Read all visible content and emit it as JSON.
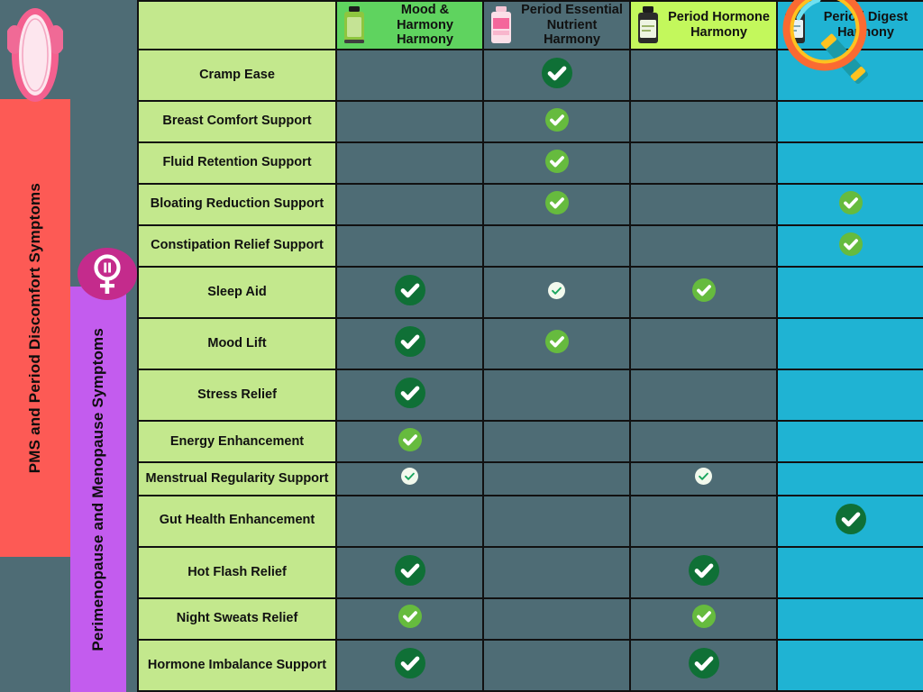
{
  "categories": [
    {
      "id": "pms",
      "label": "PMS and Period Discomfort Symptoms",
      "color": "#fd5a55",
      "icon": "sanitary-pad-icon"
    },
    {
      "id": "menopause",
      "label": "Perimenopause and Menopause Symptoms",
      "color": "#c35cee",
      "icon": "venus-menopause-icon"
    }
  ],
  "table": {
    "corner_label": "",
    "columns": [
      {
        "id": "mood-harmony",
        "label": "Mood & Harmony Harmony",
        "header_bg": "#5fd35f",
        "bottle": "green-bottle-icon",
        "highlighted": false,
        "column_bg": "#4e6c75"
      },
      {
        "id": "period-essential-nutrient",
        "label": "Period Essential Nutrient Harmony",
        "header_bg": "#f9a košice",
        "bottle": "pink-bottle-icon",
        "highlighted": false,
        "column_bg": "#4e6c75"
      },
      {
        "id": "period-hormone",
        "label": "Period Hormone Harmony",
        "header_bg": "#c3f85c",
        "bottle": "olive-bottle-icon",
        "highlighted": false,
        "column_bg": "#4e6c75"
      },
      {
        "id": "period-digest",
        "label": "Period Digest Harmony",
        "header_bg": "#1fb3d3",
        "bottle": "dark-bottle-icon",
        "highlighted": true,
        "column_bg": "#1fb3d3"
      }
    ],
    "rows": [
      {
        "label": "Cramp Ease",
        "marks": [
          "",
          "dark",
          "",
          ""
        ]
      },
      {
        "label": "Breast Comfort Support",
        "marks": [
          "",
          "mid",
          "",
          ""
        ]
      },
      {
        "label": "Fluid Retention Support",
        "marks": [
          "",
          "mid",
          "",
          ""
        ]
      },
      {
        "label": "Bloating Reduction Support",
        "marks": [
          "",
          "mid",
          "",
          "mid"
        ]
      },
      {
        "label": "Constipation Relief Support",
        "marks": [
          "",
          "",
          "",
          "mid"
        ]
      },
      {
        "label": "Sleep Aid",
        "marks": [
          "dark",
          "pale",
          "mid",
          ""
        ]
      },
      {
        "label": "Mood Lift",
        "marks": [
          "dark",
          "mid",
          "",
          ""
        ]
      },
      {
        "label": "Stress Relief",
        "marks": [
          "dark",
          "",
          "",
          ""
        ]
      },
      {
        "label": "Energy Enhancement",
        "marks": [
          "mid",
          "",
          "",
          ""
        ]
      },
      {
        "label": "Menstrual Regularity Support",
        "marks": [
          "pale",
          "",
          "pale",
          ""
        ]
      },
      {
        "label": "Gut Health Enhancement",
        "marks": [
          "",
          "",
          "",
          "dark"
        ]
      },
      {
        "label": "Hot Flash Relief",
        "marks": [
          "dark",
          "",
          "dark",
          ""
        ]
      },
      {
        "label": "Night Sweats Relief",
        "marks": [
          "mid",
          "",
          "mid",
          ""
        ]
      },
      {
        "label": "Hormone Imbalance Support",
        "marks": [
          "dark",
          "",
          "dark",
          ""
        ]
      }
    ]
  },
  "colors": {
    "page_background": "#4e6c75",
    "empty_cell": "#4e6c75",
    "row_label": "#c3e88d",
    "teal_column": "#1fb3d3",
    "check_dark": "#0f7036",
    "check_mid": "#66bb3e",
    "check_pale": "#f2f9ed",
    "highlight_ring": "#fa6a32",
    "highlight_ring_inner": "#ffc21f",
    "pms_bar": "#fd5a55",
    "menopause_bar": "#c35cee"
  },
  "annotations": {
    "magnifier": {
      "name": "magnifier-highlight",
      "target_column": "period-digest"
    }
  }
}
